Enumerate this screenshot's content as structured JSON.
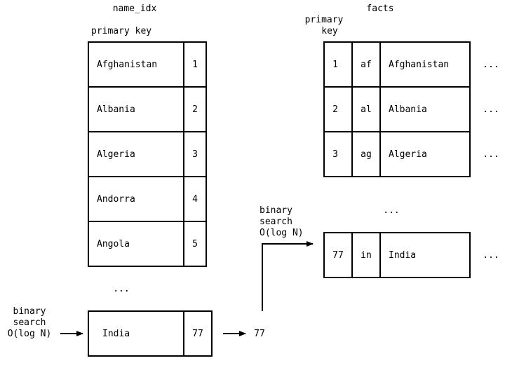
{
  "name_idx": {
    "title": "name_idx",
    "key_label": "primary key",
    "rows": [
      {
        "name": "Afghanistan",
        "id": "1"
      },
      {
        "name": "Albania",
        "id": "2"
      },
      {
        "name": "Algeria",
        "id": "3"
      },
      {
        "name": "Andorra",
        "id": "4"
      },
      {
        "name": "Angola",
        "id": "5"
      }
    ],
    "ellipsis": "...",
    "found_row": {
      "name": "India",
      "id": "77"
    }
  },
  "facts": {
    "title": "facts",
    "key_label_line1": "primary",
    "key_label_line2": "key",
    "rows": [
      {
        "id": "1",
        "code": "af",
        "name": "Afghanistan",
        "more": "..."
      },
      {
        "id": "2",
        "code": "al",
        "name": "Albania",
        "more": "..."
      },
      {
        "id": "3",
        "code": "ag",
        "name": "Algeria",
        "more": "..."
      }
    ],
    "ellipsis": "...",
    "found_row": {
      "id": "77",
      "code": "in",
      "name": "India",
      "more": "..."
    }
  },
  "search_left": {
    "line1": "binary",
    "line2": "search",
    "line3": "O(log N)"
  },
  "search_right": {
    "line1": "binary",
    "line2": "search",
    "line3": "O(log N)"
  },
  "result_value": "77"
}
